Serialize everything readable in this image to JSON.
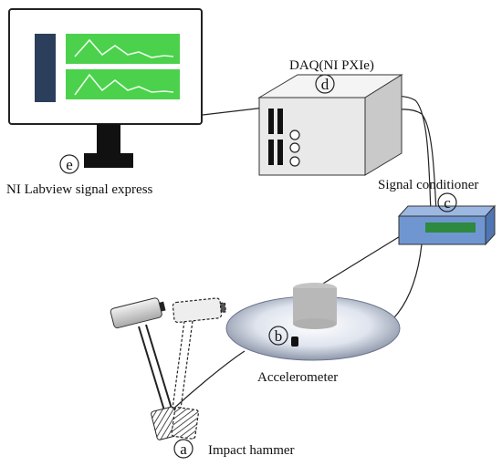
{
  "labels": {
    "computer": "NI Labview signal express",
    "daq": "DAQ(NI PXIe)",
    "conditioner": "Signal conditioner",
    "accelerometer": "Accelerometer",
    "hammer": "Impact hammer"
  },
  "markers": {
    "a": "a",
    "b": "b",
    "c": "c",
    "d": "d",
    "e": "e"
  },
  "colors": {
    "monitor_sidebar": "#2b3f5c",
    "monitor_plot_bg": "#4bd14b",
    "conditioner_body": "#6f96d0",
    "conditioner_display": "#2d8a3e",
    "plate": "#a8b3c8",
    "sensor_block": "#b8b8b8",
    "daq_body": "#e9e9e9"
  },
  "icons": [
    "monitor-icon",
    "daq-chassis-icon",
    "signal-conditioner-icon",
    "plate-icon",
    "hammer-icon"
  ]
}
